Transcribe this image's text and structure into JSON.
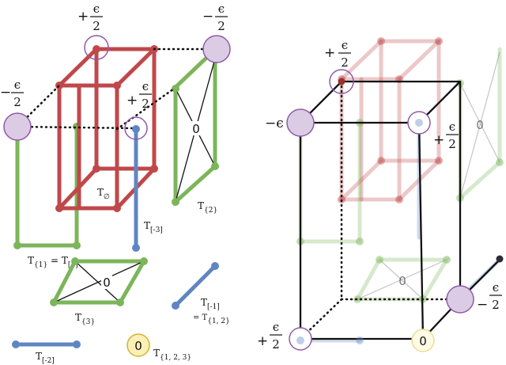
{
  "colors": {
    "red": "#c0484a",
    "green": "#7cb55a",
    "blue": "#5f86c3",
    "purple_fill": "#dccbe4",
    "purple_stroke": "#8e5aa8",
    "yellow_fill": "#fbf0b6",
    "yellow_stroke": "#d2b235",
    "black": "#111111"
  },
  "left": {
    "labels": {
      "t_empty": "T",
      "t_empty_sub": "∅",
      "t_2": "T",
      "t_2_sub": "{2}",
      "t_m3": "T",
      "t_m3_sub": "[-3]",
      "t_1_eq": "T",
      "t_1_sub": "{1}",
      "t_1_eq_sign": " = T",
      "t_1_sub2": "[1]",
      "t_3": "T",
      "t_3_sub": "{3}",
      "t_m1": "T",
      "t_m1_sub": "[-1]",
      "t_m1_eq": "= T",
      "t_m1_eq_sub": "{1, 2}",
      "t_m2": "T",
      "t_m2_sub": "[-2]",
      "t_123": "T",
      "t_123_sub": "{1, 2, 3}"
    },
    "zeros": [
      "0",
      "0",
      "0"
    ],
    "eps": {
      "top_sign": "+",
      "top_num": "ϵ",
      "top_den": "2",
      "right_sign": "−",
      "right_num": "ϵ",
      "right_den": "2",
      "left_sign": "−",
      "left_num": "ϵ",
      "left_den": "2",
      "mid_sign": "+",
      "mid_num": "ϵ",
      "mid_den": "2"
    }
  },
  "right": {
    "zeros": [
      "0",
      "0",
      "0"
    ],
    "eps": {
      "top_sign": "+",
      "top_num": "ϵ",
      "top_den": "2",
      "left": "−ϵ",
      "mid_sign": "+",
      "mid_num": "ϵ",
      "mid_den": "2",
      "br_sign": "−",
      "br_num": "ϵ",
      "br_den": "2",
      "bl_sign": "+",
      "bl_num": "ϵ",
      "bl_den": "2"
    }
  }
}
